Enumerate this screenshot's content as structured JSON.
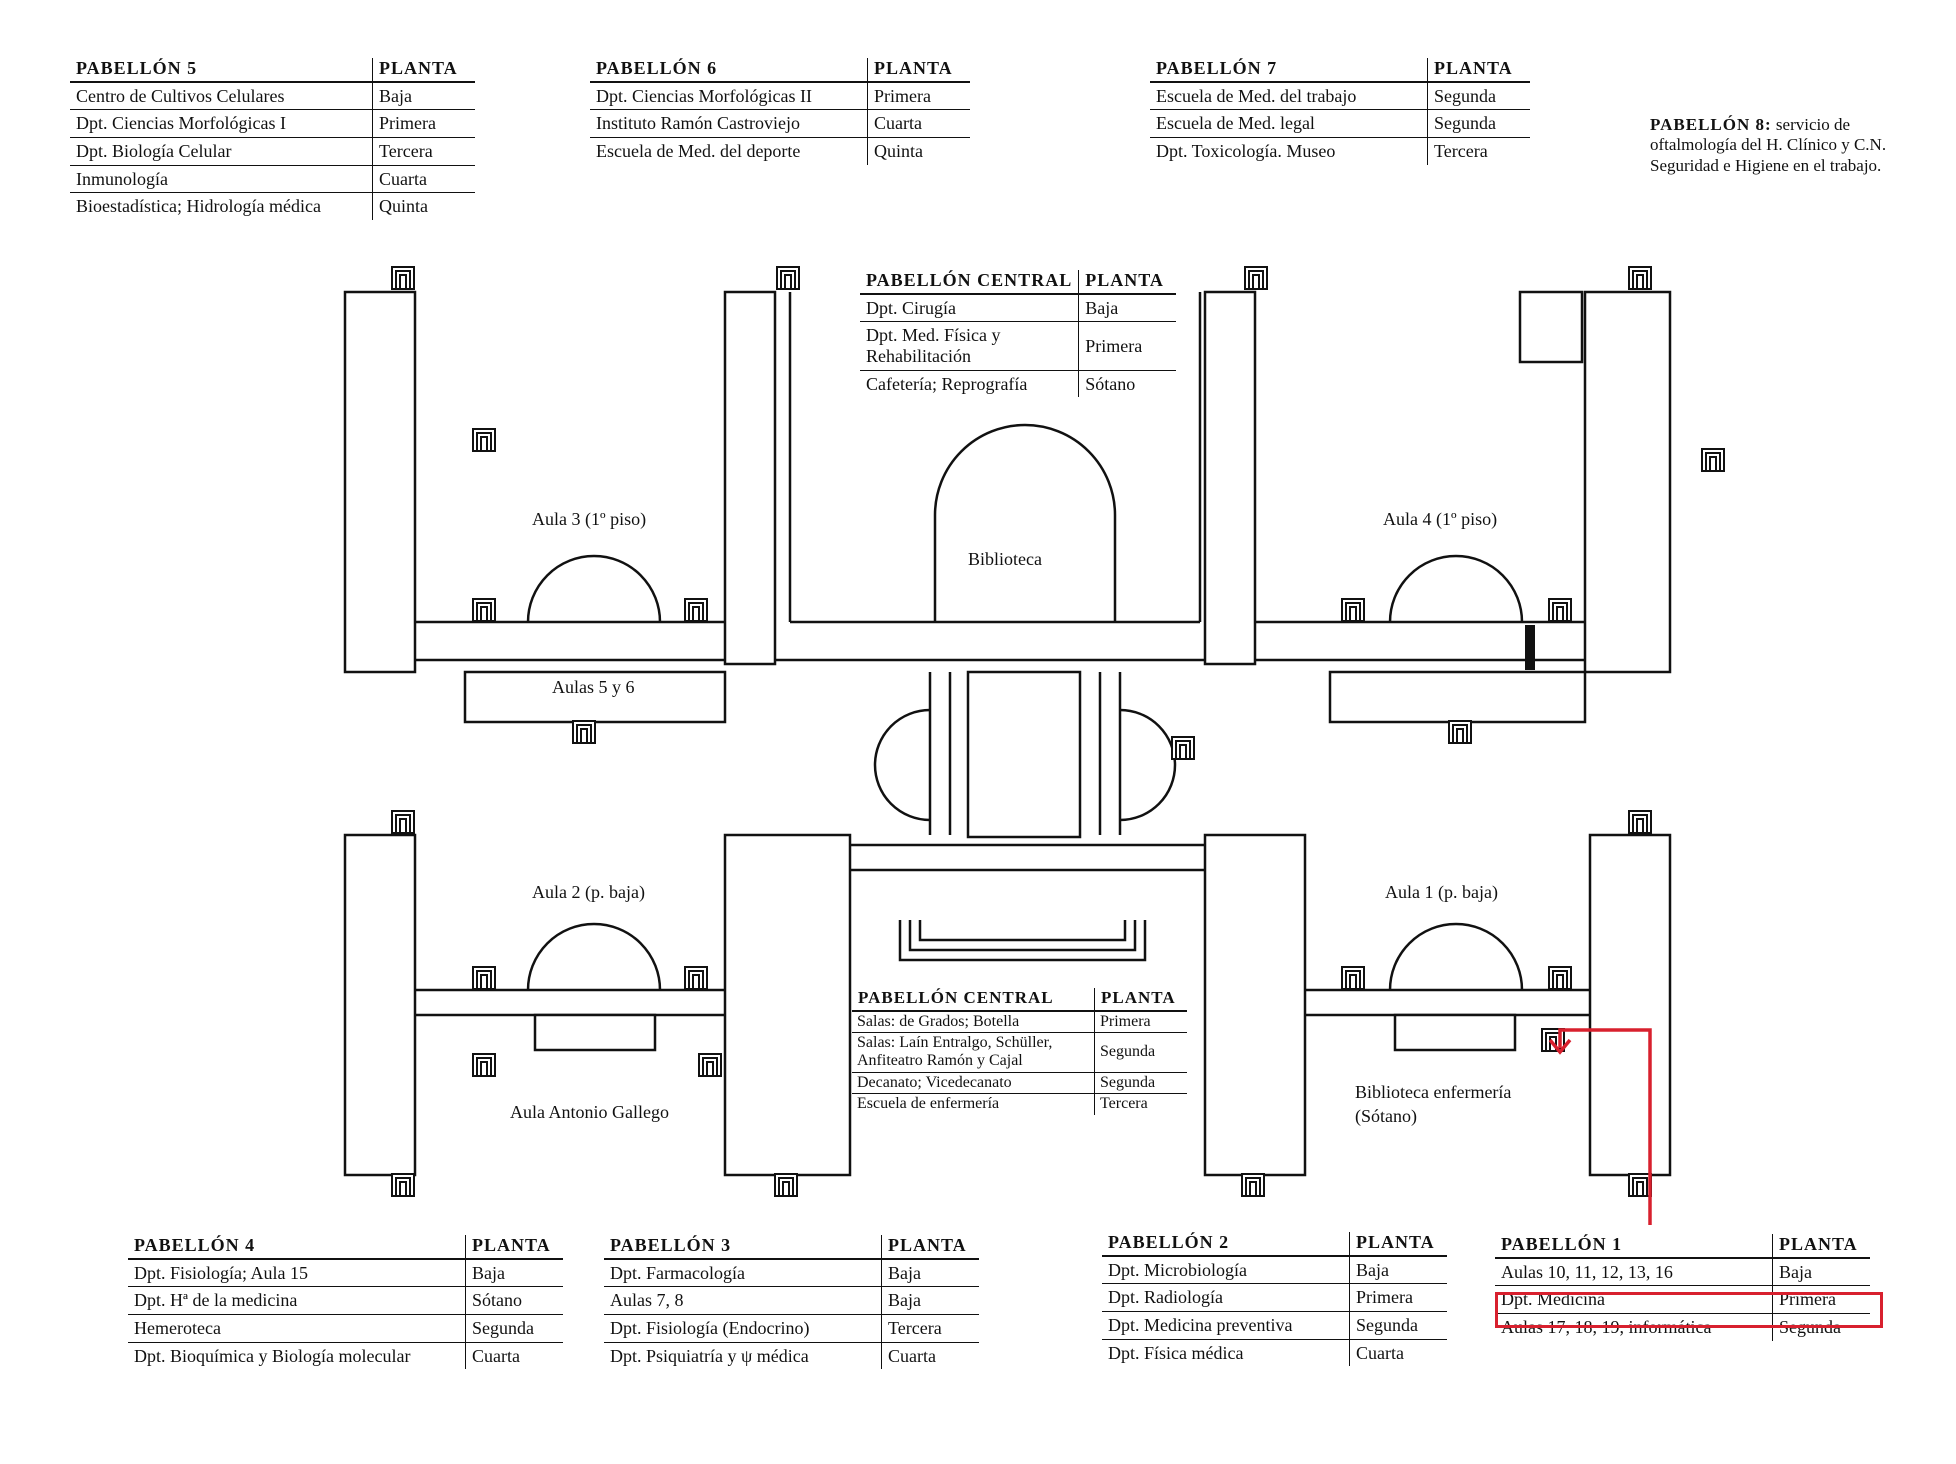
{
  "header_planta": "PLANTA",
  "pabellon5": {
    "title": "PABELLÓN 5",
    "rows": [
      {
        "dept": "Centro de Cultivos Celulares",
        "planta": "Baja"
      },
      {
        "dept": "Dpt. Ciencias Morfológicas I",
        "planta": "Primera"
      },
      {
        "dept": "Dpt. Biología Celular",
        "planta": "Tercera"
      },
      {
        "dept": "Inmunología",
        "planta": "Cuarta"
      },
      {
        "dept": "Bioestadística; Hidrología médica",
        "planta": "Quinta"
      }
    ]
  },
  "pabellon6": {
    "title": "PABELLÓN 6",
    "rows": [
      {
        "dept": "Dpt. Ciencias Morfológicas II",
        "planta": "Primera"
      },
      {
        "dept": "Instituto Ramón Castroviejo",
        "planta": "Cuarta"
      },
      {
        "dept": "Escuela de Med. del deporte",
        "planta": "Quinta"
      }
    ]
  },
  "pabellon7": {
    "title": "PABELLÓN 7",
    "rows": [
      {
        "dept": "Escuela de Med. del trabajo",
        "planta": "Segunda"
      },
      {
        "dept": "Escuela de Med. legal",
        "planta": "Segunda"
      },
      {
        "dept": "Dpt. Toxicología. Museo",
        "planta": "Tercera"
      }
    ]
  },
  "pabellon8": {
    "title": "PABELLÓN 8:",
    "text": "servicio de oftalmología del H. Clínico y C.N. Seguridad e Higiene en el trabajo."
  },
  "central_top": {
    "title": "PABELLÓN CENTRAL",
    "rows": [
      {
        "dept": "Dpt. Cirugía",
        "planta": "Baja"
      },
      {
        "dept": "Dpt. Med. Física y Rehabilitación",
        "planta": "Primera"
      },
      {
        "dept": "Cafetería; Reprografía",
        "planta": "Sótano"
      }
    ]
  },
  "central_bottom": {
    "title": "PABELLÓN CENTRAL",
    "rows": [
      {
        "dept": "Salas: de Grados; Botella",
        "planta": "Primera"
      },
      {
        "dept": "Salas: Laín Entralgo, Schüller, Anfiteatro Ramón y Cajal",
        "planta": "Segunda"
      },
      {
        "dept": "Decanato; Vicedecanato",
        "planta": "Segunda"
      },
      {
        "dept": "Escuela de enfermería",
        "planta": "Tercera"
      }
    ]
  },
  "pabellon4": {
    "title": "PABELLÓN 4",
    "rows": [
      {
        "dept": "Dpt. Fisiología; Aula 15",
        "planta": "Baja"
      },
      {
        "dept": "Dpt. Hª de la medicina",
        "planta": "Sótano"
      },
      {
        "dept": "Hemeroteca",
        "planta": "Segunda"
      },
      {
        "dept": "Dpt. Bioquímica y Biología molecular",
        "planta": "Cuarta"
      }
    ]
  },
  "pabellon3": {
    "title": "PABELLÓN 3",
    "rows": [
      {
        "dept": "Dpt. Farmacología",
        "planta": "Baja"
      },
      {
        "dept": "Aulas 7, 8",
        "planta": "Baja"
      },
      {
        "dept": "Dpt. Fisiología (Endocrino)",
        "planta": "Tercera"
      },
      {
        "dept": "Dpt. Psiquiatría y ψ médica",
        "planta": "Cuarta"
      }
    ]
  },
  "pabellon2": {
    "title": "PABELLÓN 2",
    "rows": [
      {
        "dept": "Dpt. Microbiología",
        "planta": "Baja"
      },
      {
        "dept": "Dpt. Radiología",
        "planta": "Primera"
      },
      {
        "dept": "Dpt. Medicina preventiva",
        "planta": "Segunda"
      },
      {
        "dept": "Dpt. Física médica",
        "planta": "Cuarta"
      }
    ]
  },
  "pabellon1": {
    "title": "PABELLÓN 1",
    "rows": [
      {
        "dept": "Aulas 10, 11, 12, 13, 16",
        "planta": "Baja"
      },
      {
        "dept": "Dpt. Medicina",
        "planta": "Primera"
      },
      {
        "dept": "Aulas 17, 18, 19, informática",
        "planta": "Segunda"
      }
    ]
  },
  "plan_labels": {
    "aula3": "Aula 3 (1º piso)",
    "aula4": "Aula 4 (1º piso)",
    "biblioteca": "Biblioteca",
    "aulas56": "Aulas 5 y 6",
    "aula2": "Aula 2 (p. baja)",
    "aula1": "Aula 1 (p. baja)",
    "aula_gallego": "Aula Antonio Gallego",
    "bib_enf_1": "Biblioteca enfermería",
    "bib_enf_2": "(Sótano)"
  },
  "colors": {
    "line": "#111111",
    "highlight": "#d8202e"
  }
}
